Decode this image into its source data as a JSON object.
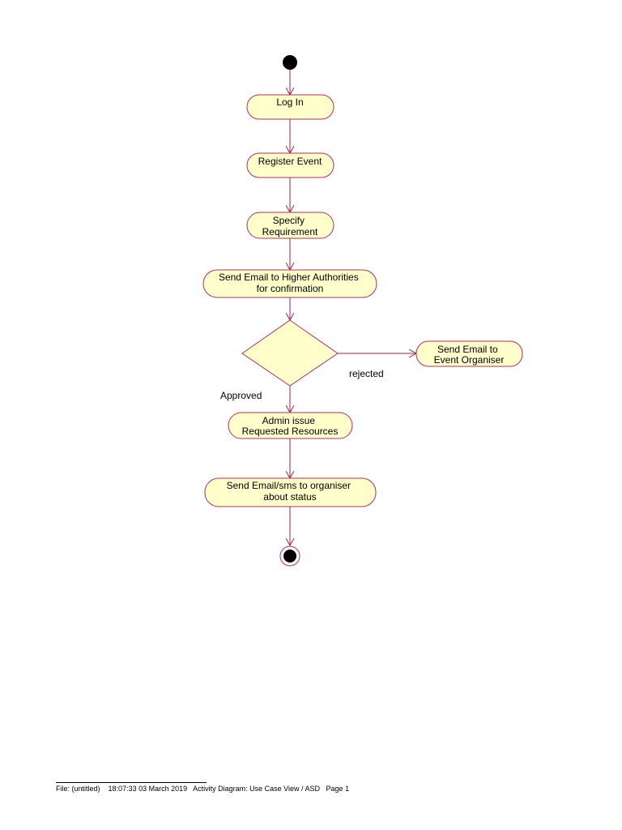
{
  "colors": {
    "node_fill": "#ffffcc",
    "node_stroke": "#b03060",
    "edge": "#a0204a",
    "terminal": "#000000"
  },
  "nodes": {
    "login": {
      "lines": [
        "Log In"
      ]
    },
    "register": {
      "lines": [
        "Register Event"
      ]
    },
    "specify": {
      "lines": [
        "Specify",
        "Requirement"
      ]
    },
    "send_email_higher": {
      "lines": [
        "Send Email to Higher Authorities",
        "for confirmation"
      ]
    },
    "send_email_organiser": {
      "lines": [
        "Send Email to",
        "Event Organiser"
      ]
    },
    "admin_issue": {
      "lines": [
        "Admin issue",
        "Requested Resources"
      ]
    },
    "send_sms": {
      "lines": [
        "Send Email/sms to organiser",
        "about status"
      ]
    }
  },
  "edge_labels": {
    "rejected": "rejected",
    "approved": "Approved"
  },
  "footer": {
    "file": "File: (untitled)",
    "timestamp": "18:07:33 03 March 2019",
    "diagram": "Activity Diagram: Use Case View / ASD",
    "page": "Page 1"
  }
}
